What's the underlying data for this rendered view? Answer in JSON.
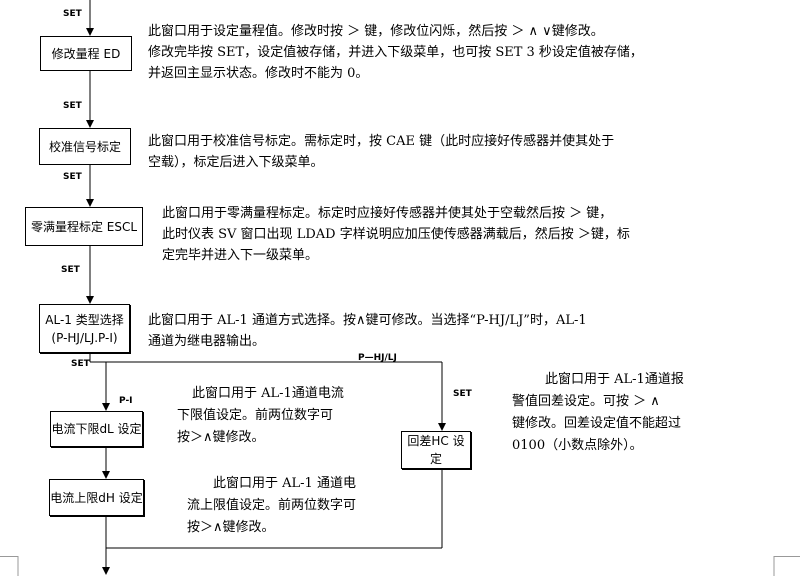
{
  "arrow_labels": {
    "set_top": "SET",
    "set_1": "SET",
    "set_2": "SET",
    "set_3": "SET",
    "set_4": "SET",
    "set_hc": "SET",
    "pi": "P-I",
    "phjlj": "P—HJ/LJ"
  },
  "boxes": {
    "range_ed": "修改量程 ED",
    "calibrate": "校准信号标定",
    "escl": "零满量程标定 ESCL",
    "al1_type_line1": "AL-1 类型选择",
    "al1_type_line2": "(P-HJ/LJ.P-I)",
    "dl": "电流下限dL 设定",
    "dh": "电流上限dH 设定",
    "hc": "回差HC 设定"
  },
  "descriptions": {
    "range_ed": [
      "此窗口用于设定量程值。修改时按 ＞ 键，修改位闪烁，然后按 ＞ ∧ ∨键修改。",
      "修改完毕按 SET，设定值被存储，并进入下级菜单，也可按 SET 3 秒设定值被存储，",
      "并返回主显示状态。修改时不能为 0。"
    ],
    "calibrate": [
      "此窗口用于校准信号标定。需标定时，按 CAE 键（此时应接好传感器并使其处于",
      "空载），标定后进入下级菜单。"
    ],
    "escl": [
      "此窗口用于零满量程标定。标定时应接好传感器并使其处于空载然后按 ＞ 键，",
      "此时仪表 SV 窗口出现 LDAD 字样说明应加压使传感器满载后，然后按 ＞键，标",
      "定完毕并进入下一级菜单。"
    ],
    "al1_type": [
      "此窗口用于  AL-1 通道方式选择。按∧键可修改。当选择“P-HJ/LJ”时，AL-1",
      "通道为继电器输出。"
    ],
    "dl": [
      "此窗口用于 AL-1通道电流",
      "下限值设定。前两位数字可",
      "按＞∧键修改。"
    ],
    "dh": [
      "此窗口用于  AL-1 通道电",
      "流上限值设定。前两位数字可",
      "按＞∧键修改。"
    ],
    "hc": [
      "此窗口用于 AL-1通道报",
      "警值回差设定。可按 ＞ ∧",
      "键修改。回差设定值不能超过",
      "0100（小数点除外）。"
    ]
  }
}
